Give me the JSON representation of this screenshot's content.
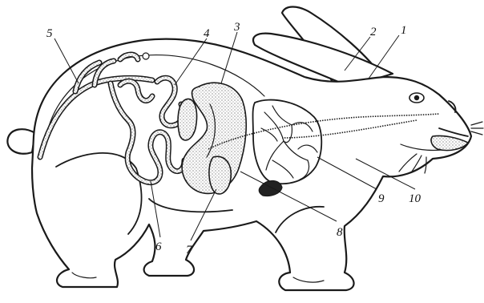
{
  "labels": [
    {
      "id": "1",
      "text": "1"
    },
    {
      "id": "2",
      "text": "2"
    },
    {
      "id": "3",
      "text": "3"
    },
    {
      "id": "4",
      "text": "4"
    },
    {
      "id": "5",
      "text": "5"
    },
    {
      "id": "6",
      "text": "6"
    },
    {
      "id": "7",
      "text": "7"
    },
    {
      "id": "8",
      "text": "8"
    },
    {
      "id": "9",
      "text": "9"
    },
    {
      "id": "10",
      "text": "10"
    }
  ],
  "colors": {
    "ink": "#1a1a1a",
    "paper": "#ffffff",
    "stipple": "#555555"
  }
}
